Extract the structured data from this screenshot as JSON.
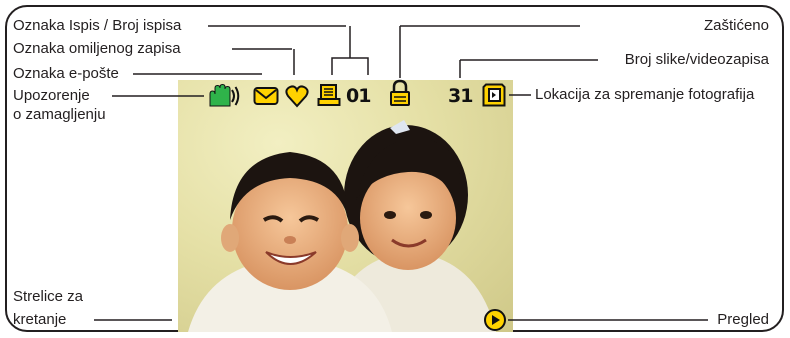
{
  "labels": {
    "print_tag": "Oznaka Ispis / Broj ispisa",
    "favorite_tag": "Oznaka omiljenog zapisa",
    "email_tag": "Oznaka e-pošte",
    "blur_warning_line1": "Upozorenje",
    "blur_warning_line2": "o zamagljenju",
    "arrows_line1": "Strelice za",
    "arrows_line2": "kretanje",
    "protected": "Zaštićeno",
    "image_number": "Broj slike/videozapisa",
    "storage_location": "Lokacija za spremanje fotografija",
    "review": "Pregled"
  },
  "screen": {
    "print_count": "01",
    "image_number": "31"
  },
  "icons": {
    "blur": "hand-shake-icon",
    "email": "envelope-icon",
    "favorite": "heart-icon",
    "print": "printer-icon",
    "protected": "lock-icon",
    "storage": "memory-card-icon",
    "review": "play-icon"
  },
  "colors": {
    "icon_accent": "#ffd200",
    "blur_icon": "#2fb34a",
    "frame": "#231f20"
  }
}
